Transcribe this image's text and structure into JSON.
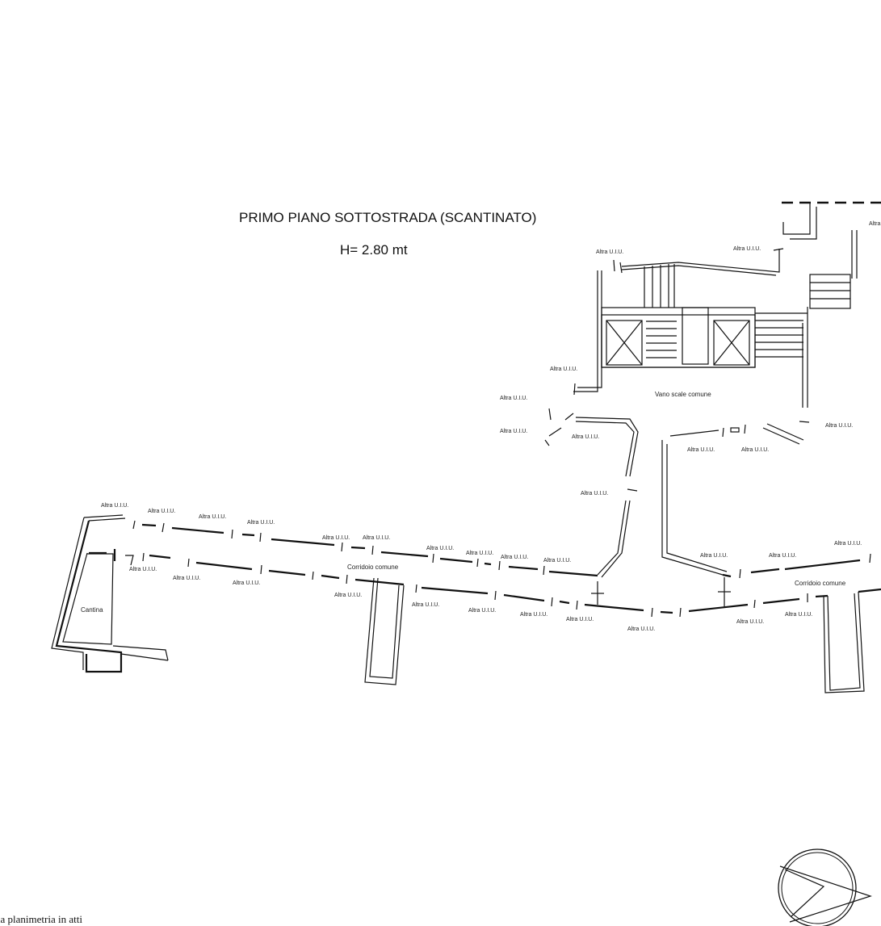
{
  "title": "PRIMO PIANO SOTTOSTRADA (SCANTINATO)",
  "height_label": "H= 2.80 mt",
  "rooms": {
    "vano_scale": "Vano scale comune",
    "corridoio_left": "Corridoio comune",
    "corridoio_right": "Corridoio comune",
    "cantina": "Cantina"
  },
  "unit_label": "Altra U.I.U.",
  "edge_label": "Altra",
  "footer_note": "na planimetria in atti"
}
